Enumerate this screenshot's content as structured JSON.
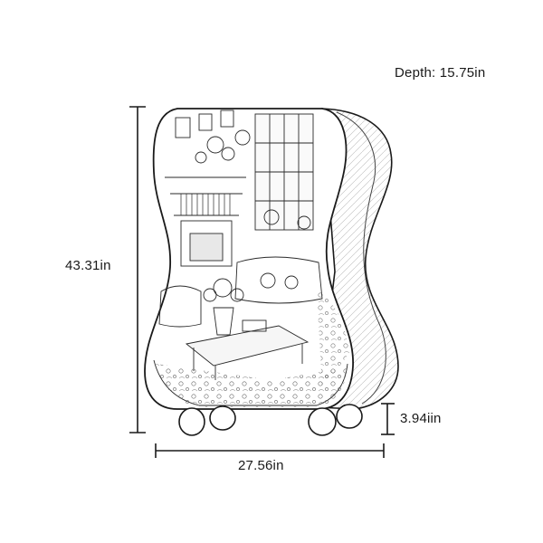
{
  "dimensions": {
    "depth": "Depth: 15.75in",
    "height": "43.31in",
    "width": "27.56in",
    "leg_height": "3.94iin"
  },
  "colors": {
    "line": "#1a1a1a",
    "background": "#ffffff"
  }
}
